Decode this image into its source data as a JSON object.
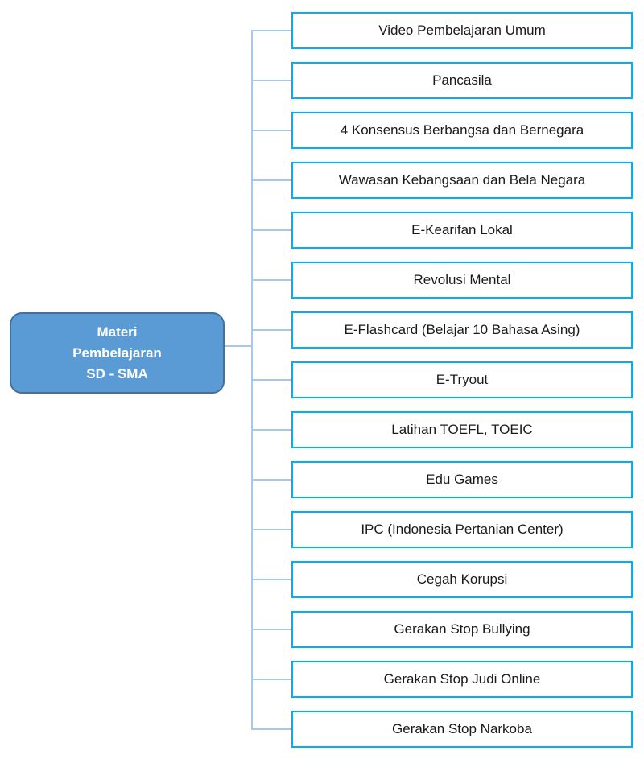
{
  "diagram": {
    "title": "Materi Pembelajaran SD - SMA mind map",
    "root": {
      "label_lines": [
        "Materi",
        "Pembelajaran",
        "SD - SMA"
      ],
      "fill_color": "#5B9BD5",
      "border_color": "#41719C",
      "text_color": "#FFFFFF"
    },
    "nodes": [
      {
        "label": "Video Pembelajaran Umum"
      },
      {
        "label": "Pancasila"
      },
      {
        "label": "4 Konsensus Berbangsa dan Bernegara"
      },
      {
        "label": "Wawasan Kebangsaan dan Bela Negara"
      },
      {
        "label": "E-Kearifan Lokal"
      },
      {
        "label": "Revolusi Mental"
      },
      {
        "label": "E-Flashcard (Belajar 10 Bahasa Asing)"
      },
      {
        "label": "E-Tryout"
      },
      {
        "label": "Latihan TOEFL, TOEIC"
      },
      {
        "label": "Edu Games"
      },
      {
        "label": "IPC (Indonesia Pertanian Center)"
      },
      {
        "label": "Cegah Korupsi"
      },
      {
        "label": "Gerakan Stop Bullying"
      },
      {
        "label": "Gerakan Stop Judi Online"
      },
      {
        "label": "Gerakan Stop Narkoba"
      }
    ],
    "style": {
      "leaf_border_color": "#00B0F0",
      "leaf_text_color": "#1A1A1A",
      "connector_color": "#A9C7E8"
    }
  }
}
